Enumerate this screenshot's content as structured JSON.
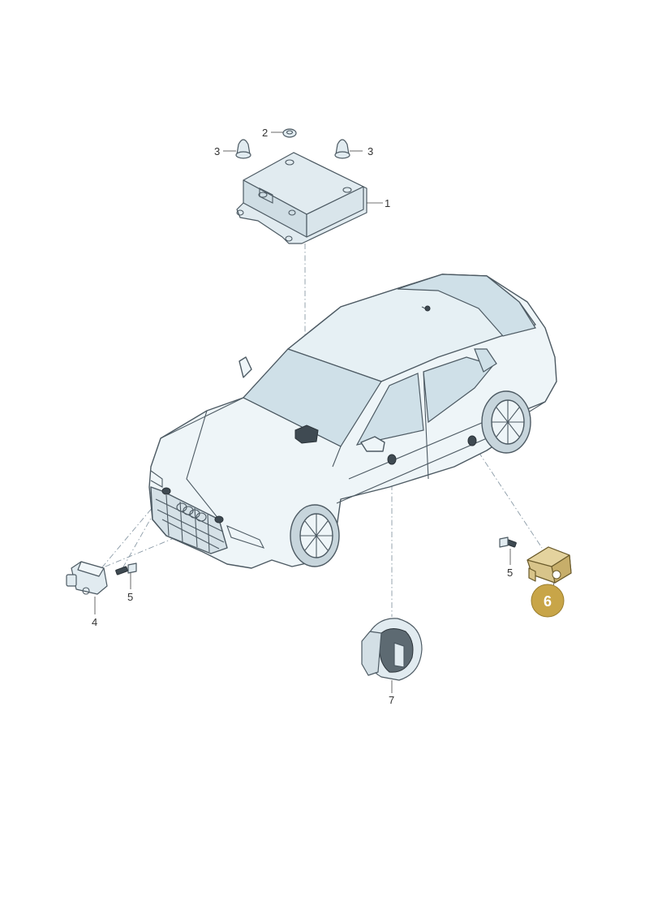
{
  "labels": {
    "p1": "1",
    "p2": "2",
    "p3_left": "3",
    "p3_right": "3",
    "p4": "4",
    "p5_left": "5",
    "p5_right": "5",
    "p6": "6",
    "p7": "7"
  },
  "colors": {
    "highlight": "#d3b25c",
    "badge": "#c8a548",
    "line": "#4d5a63"
  }
}
